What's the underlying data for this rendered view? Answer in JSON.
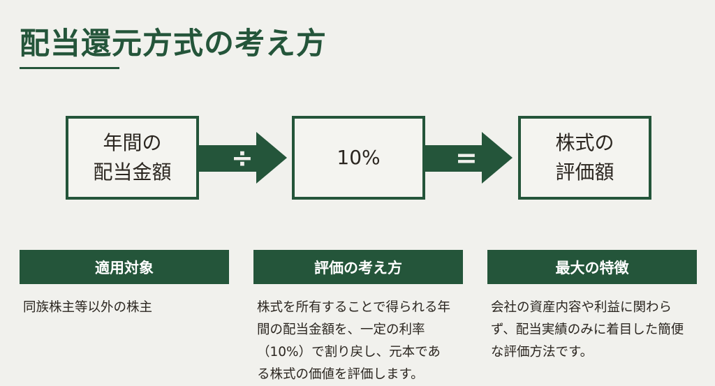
{
  "title": "配当還元方式の考え方",
  "formula": {
    "box1": "年間の\n配当金額",
    "op1": "÷",
    "box2": "10%",
    "op2": "=",
    "box3": "株式の\n評価額"
  },
  "columns": [
    {
      "header": "適用対象",
      "text": "同族株主等以外の株主"
    },
    {
      "header": "評価の考え方",
      "text": "株式を所有することで得られる年間の配当金額を、一定の利率（10%）で割り戻し、元本である株式の価値を評価します。"
    },
    {
      "header": "最大の特徴",
      "text": "会社の資産内容や利益に関わらず、配当実績のみに着目した簡便な評価方法です。"
    }
  ]
}
